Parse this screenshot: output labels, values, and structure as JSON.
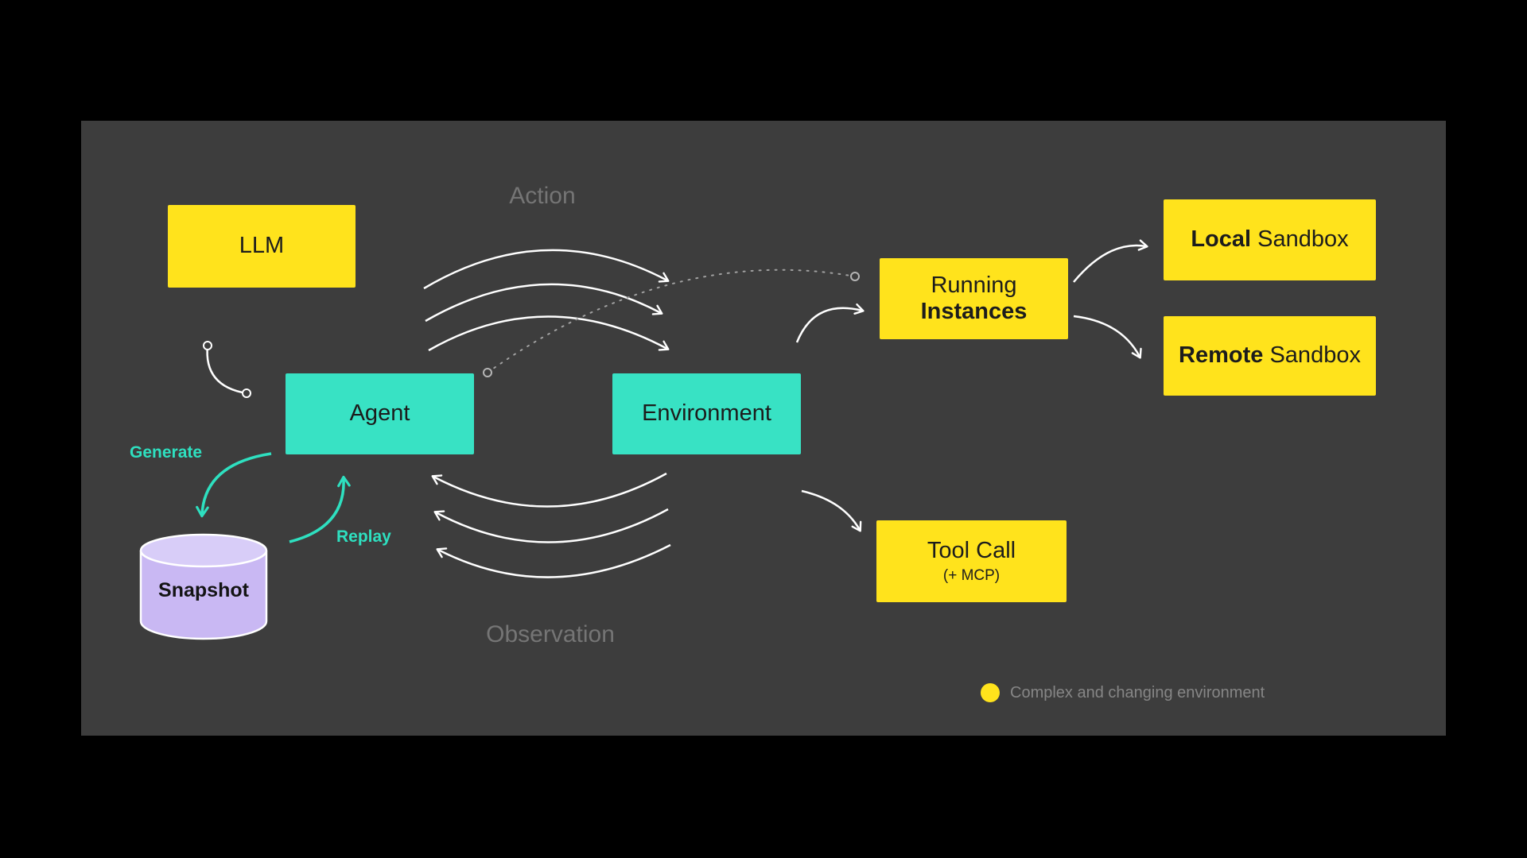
{
  "diagram": {
    "nodes": {
      "llm": "LLM",
      "agent": "Agent",
      "environment": "Environment",
      "running_line1": "Running",
      "running_line2": "Instances",
      "local_bold": "Local",
      "local_rest": " Sandbox",
      "remote_bold": "Remote",
      "remote_rest": " Sandbox",
      "tool_call_title": "Tool Call",
      "tool_call_subtitle": "(+ MCP)",
      "snapshot": "Snapshot"
    },
    "flow_labels": {
      "action": "Action",
      "observation": "Observation",
      "generate": "Generate",
      "replay": "Replay"
    },
    "legend": {
      "text": "Complex and changing environment"
    },
    "colors": {
      "background": "#000000",
      "panel": "#3d3d3d",
      "node_yellow": "#ffe31c",
      "node_teal": "#38e2c4",
      "snapshot_purple": "#c9b8f3",
      "arrow_white": "#ffffff",
      "accent_teal": "#2ee0c0",
      "dashed_gray": "#a0a0a0",
      "label_gray": "#757575"
    }
  }
}
